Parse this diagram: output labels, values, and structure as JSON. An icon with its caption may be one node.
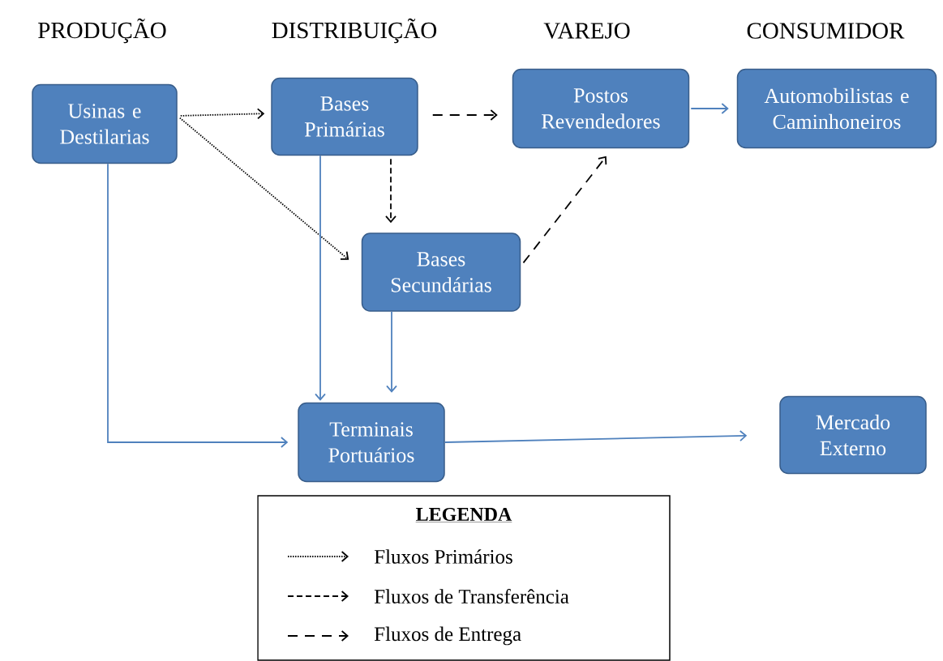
{
  "diagram": {
    "nodes": [
      {
        "text": [
          "Usinas e Destilarias"
        ]
      },
      {
        "text": [
          "Bases Primárias"
        ]
      },
      {
        "text": [
          "Postos Revendedores"
        ]
      },
      {
        "text": [
          "Automobilistas e Caminhoneiros"
        ]
      },
      {
        "text": [
          "Bases Secundárias"
        ]
      },
      {
        "text": [
          "Terminais Portuários"
        ]
      },
      {
        "text": [
          "Mercado Externo"
        ]
      }
    ],
    "edges": [
      {
        "from": 0,
        "to": 1,
        "arrow": "to",
        "style": "dashed"
      },
      {
        "from": 1,
        "to": 2,
        "arrow": "to",
        "style": "dashed"
      },
      {
        "from": 2,
        "to": 3,
        "arrow": "to",
        "color": "#4f81bd"
      },
      {
        "from": 1,
        "to": 4,
        "arrow": "to",
        "style": "dashed"
      },
      {
        "from": 0,
        "to": 4,
        "arrow": "to",
        "style": "dashed"
      },
      {
        "from": 4,
        "to": 2,
        "arrow": "to",
        "style": "dashed"
      },
      {
        "from": 1,
        "to": 5,
        "arrow": "to",
        "color": "#4f81bd"
      },
      {
        "from": 4,
        "to": 5,
        "arrow": "to",
        "color": "#4f81bd"
      },
      {
        "from": 0,
        "to": 5,
        "arrow": "to",
        "color": "#4f81bd"
      },
      {
        "from": 5,
        "to": 6,
        "arrow": "to",
        "color": "#4f81bd"
      }
    ],
    "labels": [
      "PRODUÇÃO",
      "DISTRIBUIÇÃO",
      "VAREJO",
      "CONSUMIDOR",
      "LEGENDA"
    ],
    "legend": [
      {
        "text": "Fluxos Primários"
      },
      {
        "text": "Fluxos de Transferência"
      },
      {
        "text": "Fluxos de Entrega"
      }
    ]
  }
}
